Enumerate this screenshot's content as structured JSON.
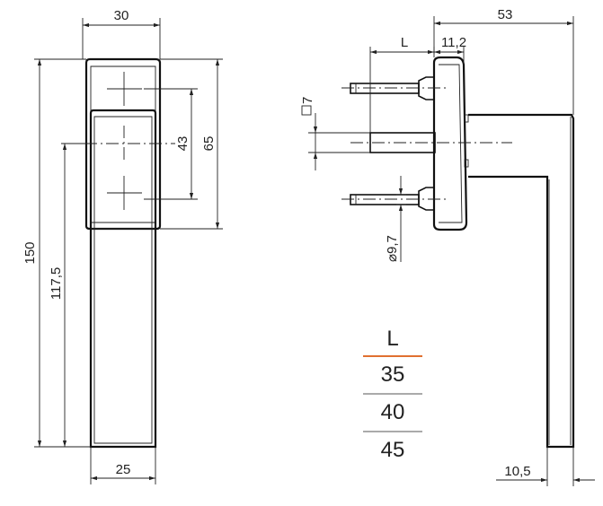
{
  "drawing": {
    "front_view": {
      "dim_top_width": "30",
      "dim_total_height": "150",
      "dim_lever_height": "117,5",
      "dim_screw_spacing": "43",
      "dim_rose_height": "65",
      "dim_bottom_width": "25"
    },
    "side_view": {
      "dim_total_depth": "53",
      "dim_spindle_length": "L",
      "dim_rose_depth": "11,2",
      "dim_square": "7",
      "dim_screw_diameter": "9,7",
      "dim_grip_thickness": "10,5"
    },
    "length_table": {
      "header": "L",
      "values": [
        "35",
        "40",
        "45"
      ],
      "accent_color": "#e07030"
    }
  }
}
